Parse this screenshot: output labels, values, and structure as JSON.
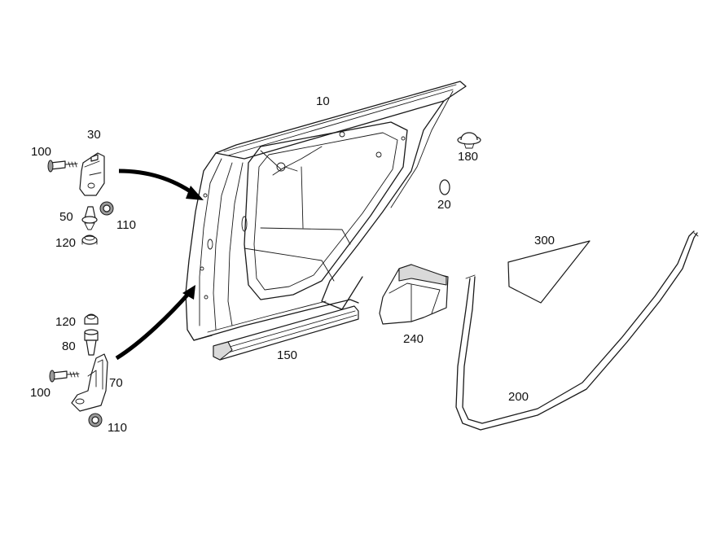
{
  "callouts": {
    "door_shell": "10",
    "plug": "20",
    "upper_hinge": "30",
    "hinge_pin_upper": "50",
    "lower_hinge": "70",
    "hinge_pin_lower": "80",
    "screw_upper": "100",
    "screw_lower": "100",
    "nut_upper": "110",
    "nut_lower": "110",
    "cap_nut_upper": "120",
    "cap_nut_lower": "120",
    "sill_trim": "150",
    "grommet": "180",
    "door_seal": "200",
    "bracket": "240",
    "insulation_pad": "300"
  },
  "colors": {
    "line": "#1a1a1a",
    "shade": "#d9d9d9",
    "background": "#ffffff"
  }
}
